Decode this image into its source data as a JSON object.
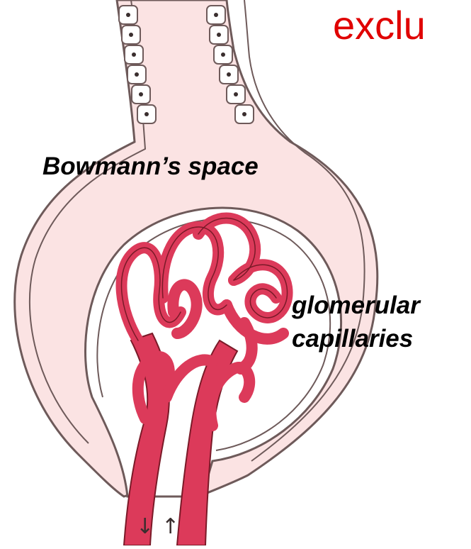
{
  "diagram": {
    "title_fragment": "exclu",
    "labels": {
      "bowmans_space": "Bowmann’s space",
      "glomerular_line1": "glomerular",
      "glomerular_line2": "capillaries"
    },
    "arrows": [
      "↓",
      "↑"
    ],
    "colors": {
      "capsule_fill": "#fbe3e3",
      "capillary": "#dc3a5a",
      "capillary_outline": "#7a1a28",
      "outline": "#6e5a5a",
      "title": "#e00000"
    }
  }
}
